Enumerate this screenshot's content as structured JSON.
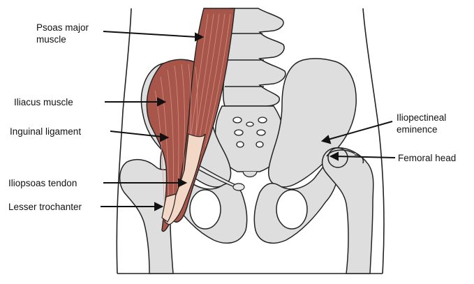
{
  "labels": {
    "psoas_major_line1": "Psoas major",
    "psoas_major_line2": "muscle",
    "iliacus": "Iliacus muscle",
    "inguinal_ligament": "Inguinal ligament",
    "iliopsoas_tendon": "Iliopsoas tendon",
    "lesser_trochanter": "Lesser trochanter",
    "iliopectineal_line1": "Iliopectineal",
    "iliopectineal_line2": "eminence",
    "femoral_head": "Femoral head"
  },
  "colors": {
    "muscle": "#a8564a",
    "muscle_fibers": "#d9958a",
    "bone": "#dedede",
    "outline": "#222222",
    "tendon": "#f3d8c8",
    "ligament": "#e8e8e8"
  }
}
